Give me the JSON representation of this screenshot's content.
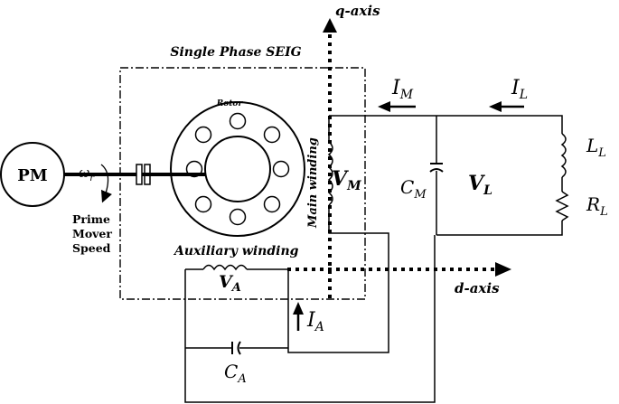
{
  "diagram": {
    "title": "Single Phase SEIG",
    "axes": {
      "q_axis": "q-axis",
      "d_axis": "d-axis"
    },
    "prime_mover": {
      "label": "PM",
      "speed_symbol": "ω",
      "speed_subscript": "r",
      "speed_caption": [
        "Prime",
        "Mover",
        "Speed"
      ]
    },
    "rotor": {
      "label": "Rotor"
    },
    "windings": {
      "main": "Main winding",
      "auxiliary": "Auxiliary winding"
    },
    "voltages": {
      "main": {
        "sym": "V",
        "sub": "M"
      },
      "aux": {
        "sym": "V",
        "sub": "A"
      },
      "load": {
        "sym": "V",
        "sub": "L"
      }
    },
    "currents": {
      "main": {
        "sym": "I",
        "sub": "M"
      },
      "load": {
        "sym": "I",
        "sub": "L"
      },
      "aux": {
        "sym": "I",
        "sub": "A"
      }
    },
    "capacitors": {
      "main": {
        "sym": "C",
        "sub": "M"
      },
      "aux": {
        "sym": "C",
        "sub": "A"
      }
    },
    "load": {
      "inductor": {
        "sym": "L",
        "sub": "L"
      },
      "resistor": {
        "sym": "R",
        "sub": "L"
      }
    }
  }
}
